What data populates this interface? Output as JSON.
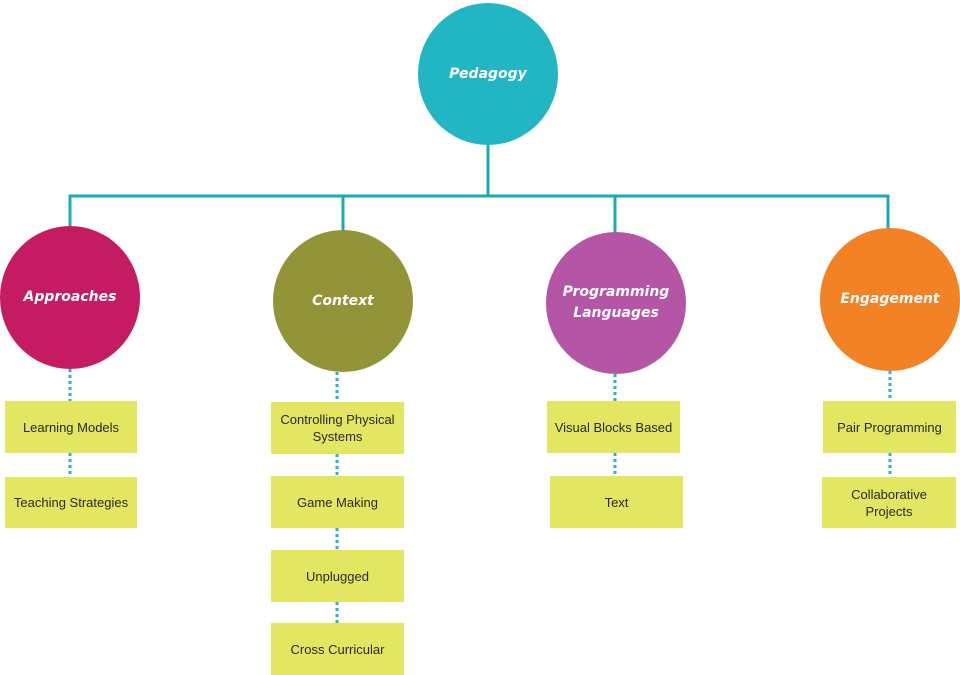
{
  "root": {
    "label": "Pedagogy",
    "color": "#22b5c4"
  },
  "connector_color": "#1fa8b8",
  "dotted_color": "#2bb3c6",
  "box_color": "#e2e660",
  "categories": [
    {
      "label": "Approaches",
      "color": "#c51b63",
      "items": [
        "Learning Models",
        "Teaching Strategies"
      ]
    },
    {
      "label": "Context",
      "color": "#939338",
      "items": [
        "Controlling Physical Systems",
        "Game Making",
        "Unplugged",
        "Cross Curricular"
      ]
    },
    {
      "label": "Programming Languages",
      "color": "#b455a5",
      "items": [
        "Visual Blocks Based",
        "Text"
      ]
    },
    {
      "label": "Engagement",
      "color": "#f28224",
      "items": [
        "Pair Programming",
        "Collaborative Projects"
      ]
    }
  ]
}
